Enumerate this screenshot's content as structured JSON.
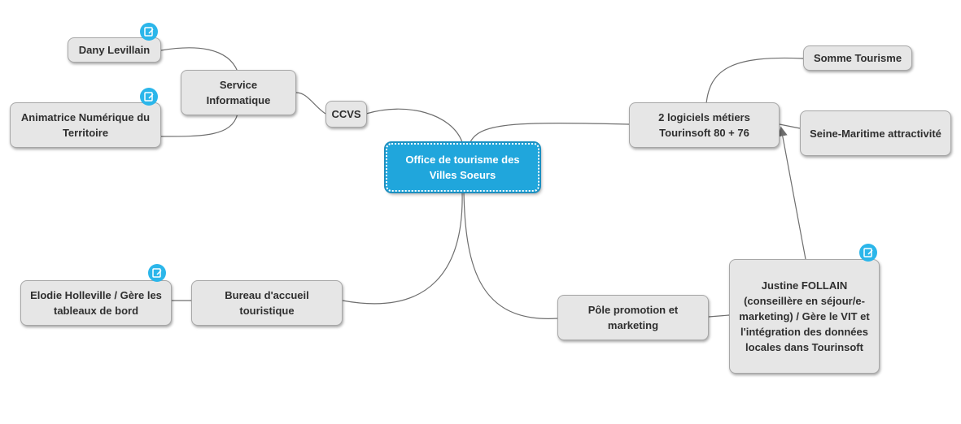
{
  "nodes": {
    "central": "Office de tourisme des Villes Soeurs",
    "ccvs": "CCVS",
    "service_info": "Service Informatique",
    "dany": "Dany Levillain",
    "animatrice": "Animatrice Numérique du Territoire",
    "logiciels": "2 logiciels métiers Tourinsoft 80 + 76",
    "somme": "Somme Tourisme",
    "seine": "Seine-Maritime attractivité",
    "bureau": "Bureau d'accueil touristique",
    "elodie": "Elodie Holleville / Gère les tableaux de bord",
    "pole": "Pôle promotion et marketing",
    "justine": "Justine FOLLAIN (conseillère en séjour/e-marketing) / Gère le VIT et l'intégration des données locales dans Tourinsoft"
  },
  "icons": {
    "note": "note-icon"
  },
  "colors": {
    "central_fill": "#20a6dc",
    "node_fill": "#e6e6e6",
    "link": "#6e6e6e",
    "note_icon": "#2bb6ea"
  }
}
